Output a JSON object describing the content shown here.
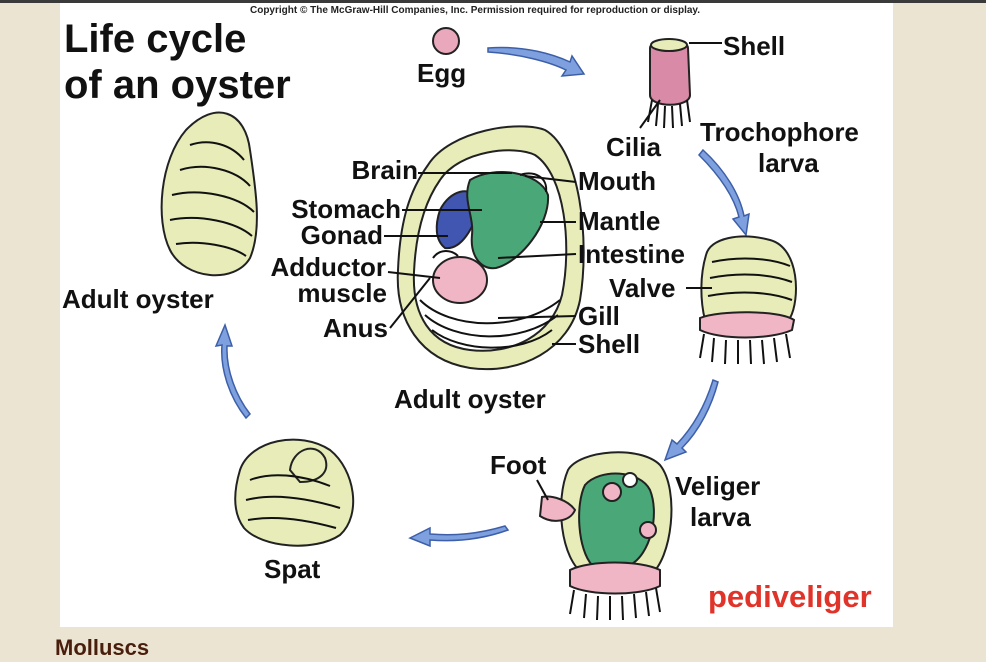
{
  "copyright": "Copyright © The McGraw-Hill Companies, Inc. Permission required for reproduction or display.",
  "title": [
    "Life cycle",
    "of an oyster"
  ],
  "stages": {
    "egg": "Egg",
    "trochophore": [
      "Trochophore",
      "larva"
    ],
    "veliger": [
      "Veliger",
      "larva"
    ],
    "spat": "Spat",
    "adult_left": "Adult oyster",
    "adult_center": "Adult oyster"
  },
  "trochophore_parts": {
    "shell": "Shell",
    "cilia": "Cilia"
  },
  "veliger_parts": {
    "valve": "Valve",
    "foot": "Foot"
  },
  "anatomy": {
    "left": [
      "Brain",
      "Stomach",
      "Gonad",
      "Adductor",
      "muscle",
      "Anus"
    ],
    "right": [
      "Mouth",
      "Mantle",
      "Intestine",
      "Gill",
      "Shell"
    ]
  },
  "annotation": "pediveliger",
  "footer_heading": "Molluscs",
  "colors": {
    "shell_green": "#e7ecb8",
    "organ_green": "#4aa878",
    "gonad_blue": "#4056b0",
    "pink": "#f0b6c6",
    "arrow_blue": "#7ea0df",
    "annotation_red": "#e0342a",
    "heading_brown": "#4a1e0c"
  }
}
